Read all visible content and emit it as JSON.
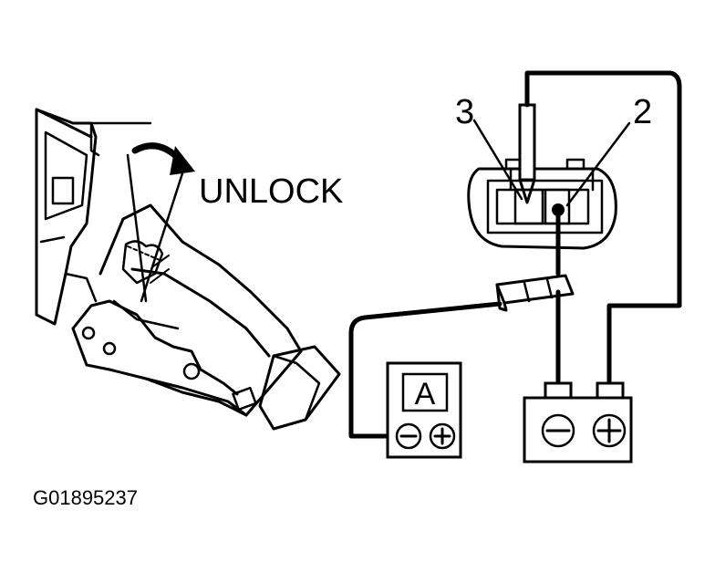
{
  "figure": {
    "action_label": "UNLOCK",
    "terminal_labels": [
      "3",
      "2"
    ],
    "ammeter_symbol": "A",
    "ammeter_terminals": [
      "⊖",
      "⊕"
    ],
    "battery_terminals": [
      "⊖",
      "⊕"
    ],
    "figure_id": "G01895237"
  },
  "colors": {
    "ink": "#000000",
    "paper": "#ffffff"
  }
}
